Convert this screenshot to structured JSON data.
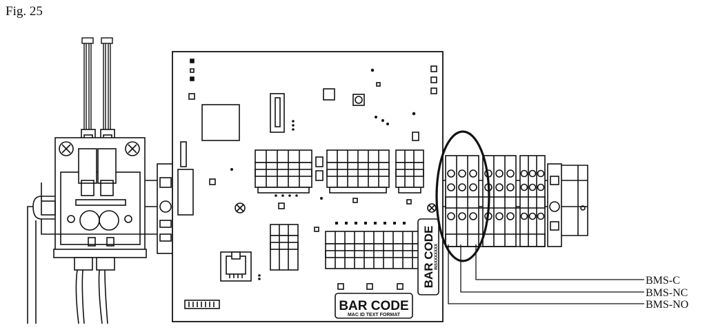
{
  "figure": {
    "label": "Fig. 25"
  },
  "board": {
    "barcode_vertical": "BAR CODE",
    "barcode_vertical_sub": "INSXXXXXXX",
    "barcode_bottom": "BAR CODE",
    "barcode_bottom_sub": "MAC ID TEXT FORMAT"
  },
  "callouts": [
    {
      "label": "BMS-C"
    },
    {
      "label": "BMS-NC"
    },
    {
      "label": "BMS-NO"
    }
  ],
  "colors": {
    "line": "#111111",
    "background": "#ffffff"
  }
}
